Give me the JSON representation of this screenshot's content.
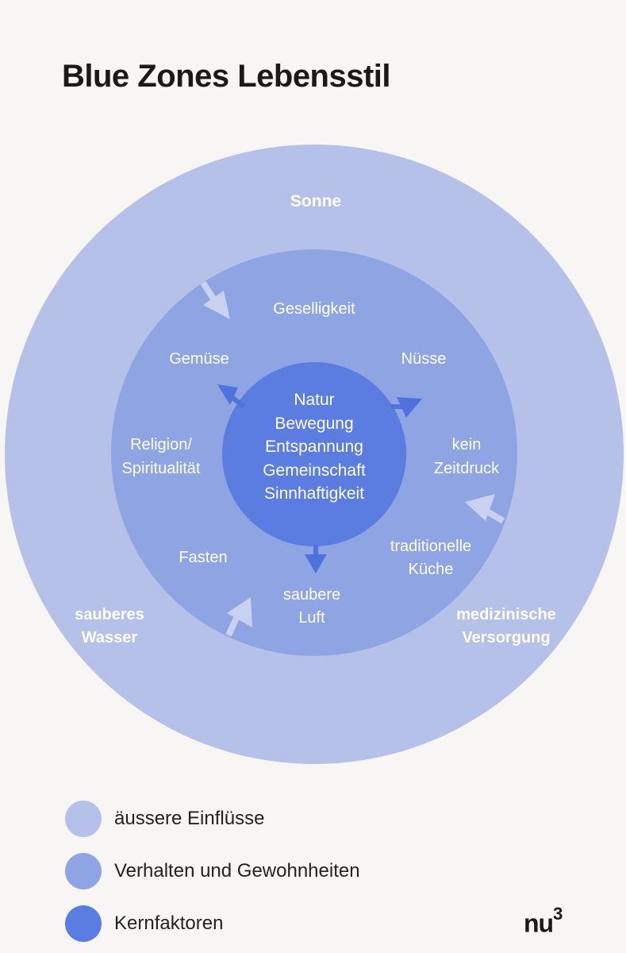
{
  "title": "Blue Zones Lebensstil",
  "colors": {
    "outer": "#b5c1e9",
    "middle": "#8fa5e3",
    "core": "#5b7ce1",
    "arrow_outer": "#c8d1f0",
    "arrow_core": "#4f72dc",
    "label": "#ffffff"
  },
  "diagram": {
    "outer_ring": {
      "sun": "Sonne",
      "water": [
        "sauberes",
        "Wasser"
      ],
      "medical": [
        "medizinische",
        "Versorgung"
      ]
    },
    "middle_ring": {
      "sociability": "Geselligkeit",
      "vegetables": "Gemüse",
      "nuts": "Nüsse",
      "religion": [
        "Religion/",
        "Spiritualität"
      ],
      "no_time_pressure": [
        "kein",
        "Zeitdruck"
      ],
      "fasting": "Fasten",
      "traditional_cuisine": [
        "traditionelle",
        "Küche"
      ],
      "clean_air": [
        "saubere",
        "Luft"
      ]
    },
    "core": [
      "Natur",
      "Bewegung",
      "Entspannung",
      "Gemeinschaft",
      "Sinnhaftigkeit"
    ]
  },
  "legend": [
    {
      "label": "äussere Einflüsse",
      "color": "#b5c1e9"
    },
    {
      "label": "Verhalten und Gewohnheiten",
      "color": "#8fa5e3"
    },
    {
      "label": "Kernfaktoren",
      "color": "#5b7ce1"
    }
  ],
  "logo": {
    "text": "nu",
    "superscript": "3"
  }
}
